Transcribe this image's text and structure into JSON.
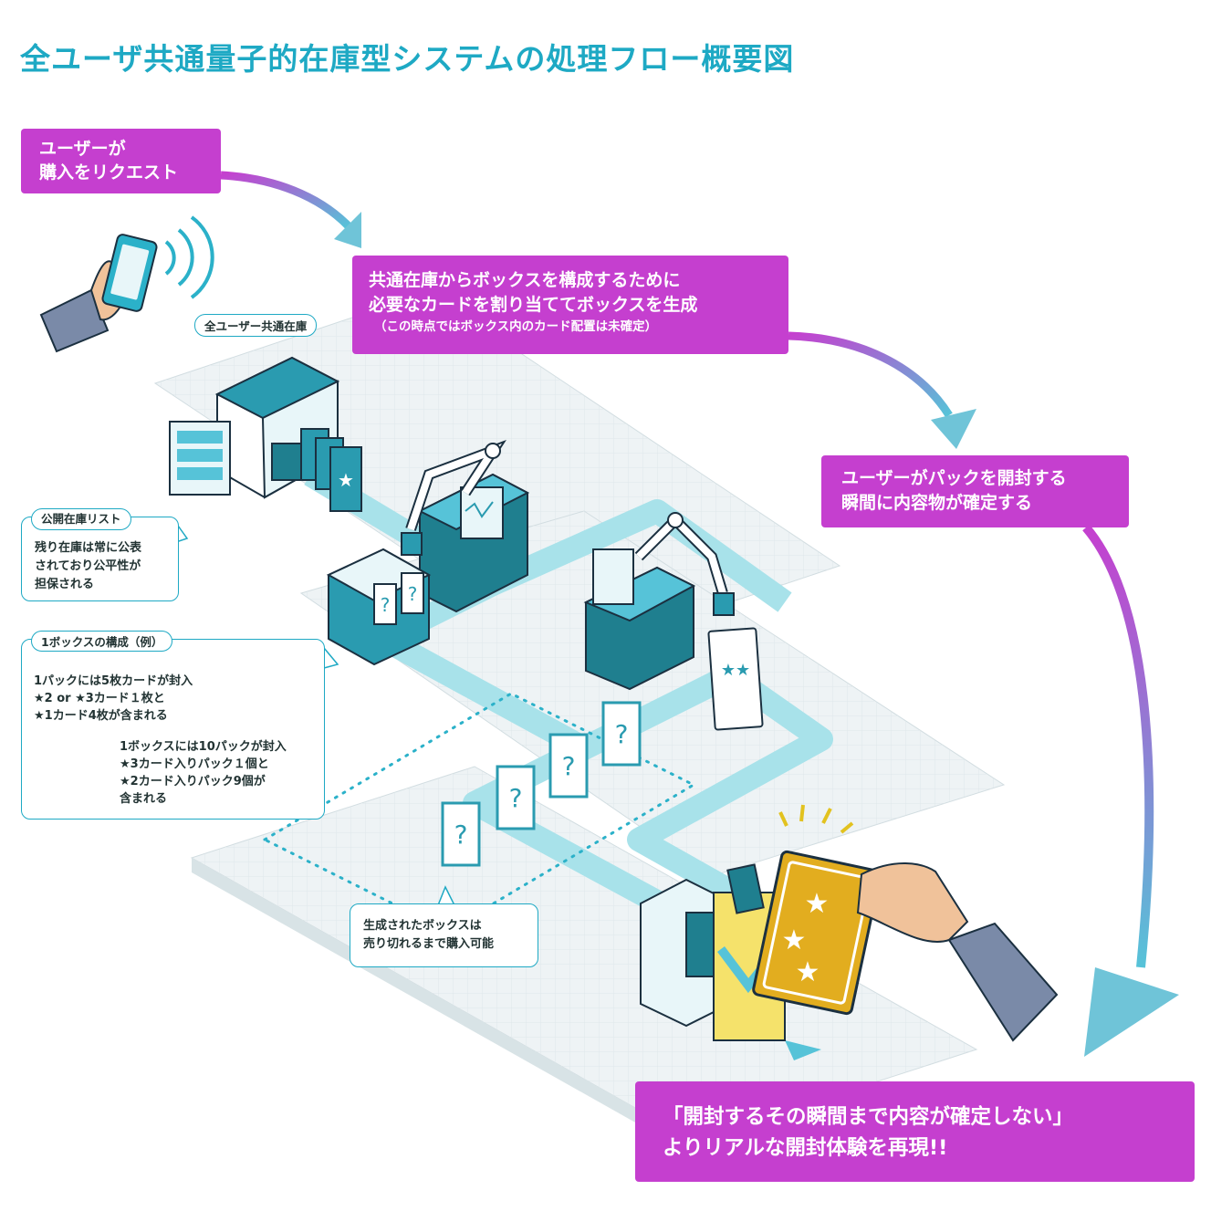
{
  "title": "全ユーザ共通量子的在庫型システムの処理フロー概要図",
  "steps": {
    "request": [
      "ユーザーが",
      "購入をリクエスト"
    ],
    "allocate": [
      "共通在庫からボックスを構成するために",
      "必要なカードを割り当ててボックスを生成"
    ],
    "allocate_note": "（この時点ではボックス内のカード配置は未確定）",
    "open": [
      "ユーザーがパックを開封する",
      "瞬間に内容物が確定する"
    ],
    "result": [
      "「開封するその瞬間まで内容が確定しない」",
      "よりリアルな開封体験を再現!!"
    ]
  },
  "labels": {
    "shared_inventory": "全ユーザー共通在庫",
    "public_list_title": "公開在庫リスト",
    "public_list_body": [
      "残り在庫は常に公表",
      "されており公平性が",
      "担保される"
    ],
    "box_config_title": "1ボックスの構成（例）",
    "box_config_pack": [
      "1パックには5枚カードが封入",
      "★2 or ★3カード１枚と",
      "★1カード4枚が含まれる"
    ],
    "box_config_box": [
      "1ボックスには10パックが封入",
      "★3カード入りパック１個と",
      "★2カード入りパック9個が",
      "含まれる"
    ],
    "generated_box": [
      "生成されたボックスは",
      "売り切れるまで購入可能"
    ],
    "unknown_mark": "?"
  },
  "colors": {
    "accent": "#1ea9c4",
    "step_box": "#c53fcf",
    "teal_dark": "#1f7f8f",
    "path": "#a8e2ea",
    "card_gold": "#e2ad1f"
  }
}
